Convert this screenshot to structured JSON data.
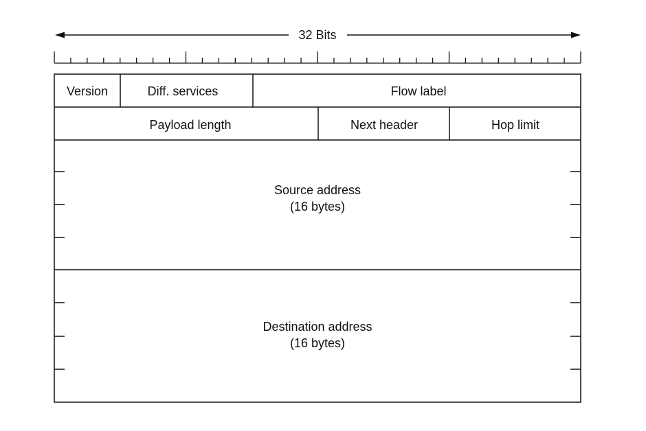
{
  "header": {
    "width_label": "32 Bits"
  },
  "fields": {
    "version": "Version",
    "diff_services": "Diff. services",
    "flow_label": "Flow label",
    "payload_length": "Payload length",
    "next_header": "Next header",
    "hop_limit": "Hop limit",
    "source_address": {
      "name": "Source address",
      "size": "(16 bytes)"
    },
    "destination_address": {
      "name": "Destination address",
      "size": "(16 bytes)"
    }
  },
  "colors": {
    "line": "#111111",
    "background": "#ffffff"
  }
}
